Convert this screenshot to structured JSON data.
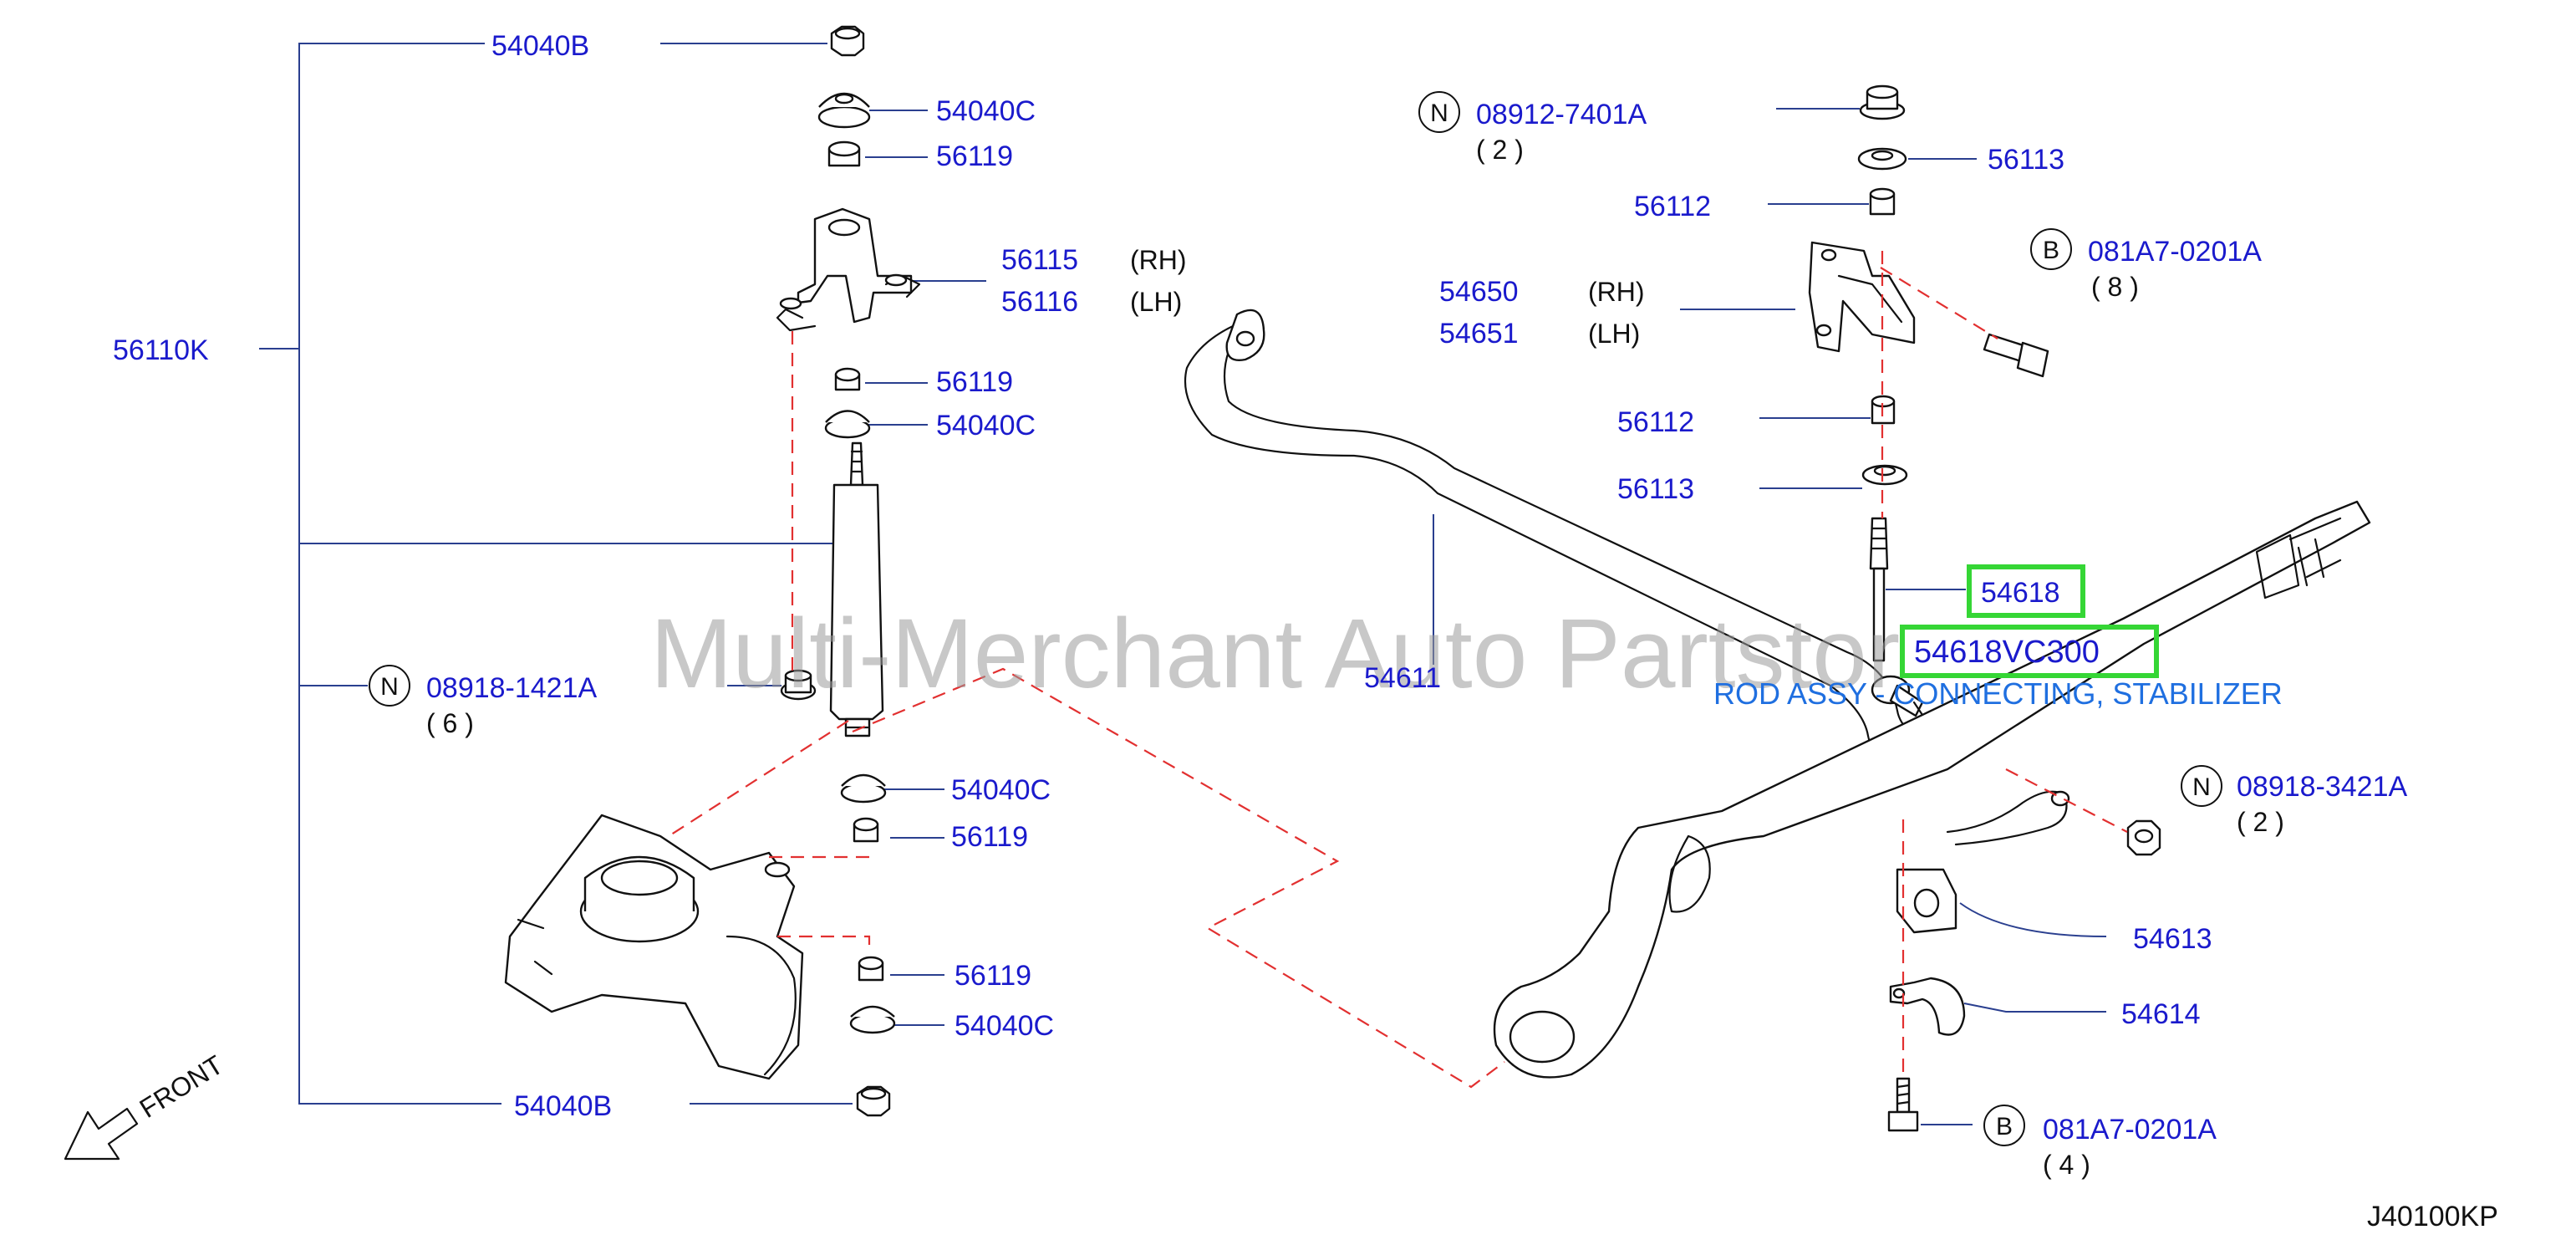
{
  "watermark": "Multi-Merchant Auto Partstor",
  "diagram_code": "J40100KP",
  "front_label": "FRONT",
  "highlight": {
    "part": "54618",
    "alt_part": "54618VC300",
    "description": "ROD ASSY - CONNECTING, STABILIZER",
    "color": "#35d635"
  },
  "colors": {
    "part_number": "#1a1acc",
    "leader": "#2a3f8f",
    "explode_line": "#e23030",
    "description": "#1f6fe0"
  },
  "left_group": {
    "bracket_label": "56110K",
    "parts": {
      "p54040B_top": "54040B",
      "p54040C_1": "54040C",
      "p56119_1": "56119",
      "p56115": "56115",
      "p56115_side": "(RH)",
      "p56116": "56116",
      "p56116_side": "(LH)",
      "p56119_2": "56119",
      "p54040C_2": "54040C",
      "p08918_1421A": "08918-1421A",
      "p08918_1421A_badge": "N",
      "p08918_1421A_qty": "( 6 )",
      "p54040C_3": "54040C",
      "p56119_3": "56119",
      "p56119_4": "56119",
      "p54040C_4": "54040C",
      "p54040B_bottom": "54040B"
    }
  },
  "right_group": {
    "parts": {
      "p08912_7401A": "08912-7401A",
      "p08912_7401A_badge": "N",
      "p08912_7401A_qty": "( 2 )",
      "p56113_1": "56113",
      "p56112_1": "56112",
      "p081A7_0201A_1": "081A7-0201A",
      "p081A7_0201A_1_badge": "B",
      "p081A7_0201A_1_qty": "( 8 )",
      "p54650": "54650",
      "p54650_side": "(RH)",
      "p54651": "54651",
      "p54651_side": "(LH)",
      "p56112_2": "56112",
      "p56113_2": "56113",
      "p54611": "54611",
      "p08918_3421A": "08918-3421A",
      "p08918_3421A_badge": "N",
      "p08918_3421A_qty": "( 2 )",
      "p54613": "54613",
      "p54614": "54614",
      "p081A7_0201A_2": "081A7-0201A",
      "p081A7_0201A_2_badge": "B",
      "p081A7_0201A_2_qty": "( 4 )"
    }
  }
}
